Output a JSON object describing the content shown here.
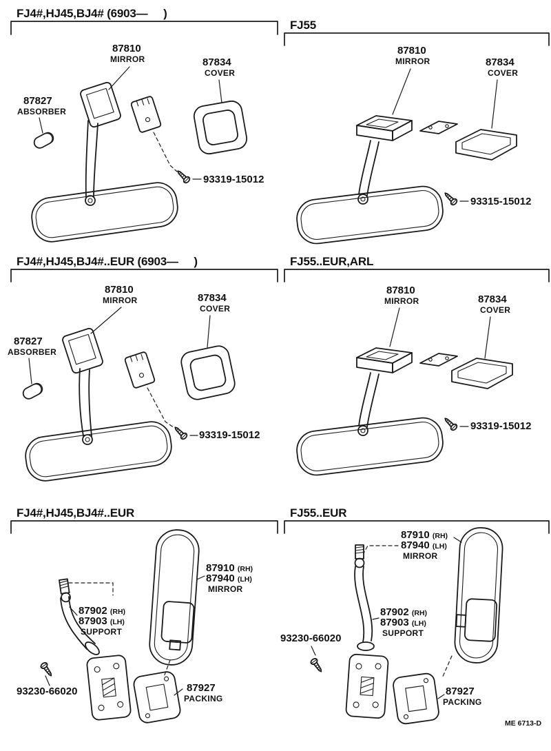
{
  "panels": {
    "p1": {
      "title": "FJ4#,HJ45,BJ4# (6903—     )",
      "mirror": {
        "part": "87810",
        "label": "MIRROR"
      },
      "cover": {
        "part": "87834",
        "label": "COVER"
      },
      "absorber": {
        "part": "87827",
        "label": "ABSORBER"
      },
      "screw": {
        "part": "93319-15012"
      }
    },
    "p2": {
      "title": "FJ55",
      "mirror": {
        "part": "87810",
        "label": "MIRROR"
      },
      "cover": {
        "part": "87834",
        "label": "COVER"
      },
      "screw": {
        "part": "93315-15012"
      }
    },
    "p3": {
      "title": "FJ4#,HJ45,BJ4#..EUR (6903—     )",
      "mirror": {
        "part": "87810",
        "label": "MIRROR"
      },
      "cover": {
        "part": "87834",
        "label": "COVER"
      },
      "absorber": {
        "part": "87827",
        "label": "ABSORBER"
      },
      "screw": {
        "part": "93319-15012"
      }
    },
    "p4": {
      "title": "FJ55..EUR,ARL",
      "mirror": {
        "part": "87810",
        "label": "MIRROR"
      },
      "cover": {
        "part": "87834",
        "label": "COVER"
      },
      "screw": {
        "part": "93319-15012"
      }
    },
    "p5": {
      "title": "FJ4#,HJ45,BJ4#..EUR",
      "mirror": {
        "part_rh": "87910",
        "side_rh": "(RH)",
        "part_lh": "87940",
        "side_lh": "(LH)",
        "label": "MIRROR"
      },
      "support": {
        "part_rh": "87902",
        "side_rh": "(RH)",
        "part_lh": "87903",
        "side_lh": "(LH)",
        "label": "SUPPORT"
      },
      "screw": {
        "part": "93230-66020"
      },
      "packing": {
        "part": "87927",
        "label": "PACKING"
      }
    },
    "p6": {
      "title": "FJ55..EUR",
      "mirror": {
        "part_rh": "87910",
        "side_rh": "(RH)",
        "part_lh": "87940",
        "side_lh": "(LH)",
        "label": "MIRROR"
      },
      "support": {
        "part_rh": "87902",
        "side_rh": "(RH)",
        "part_lh": "87903",
        "side_lh": "(LH)",
        "label": "SUPPORT"
      },
      "screw": {
        "part": "93230-66020"
      },
      "packing": {
        "part": "87927",
        "label": "PACKING"
      }
    }
  },
  "footer": {
    "code": "ME 6713-D"
  }
}
